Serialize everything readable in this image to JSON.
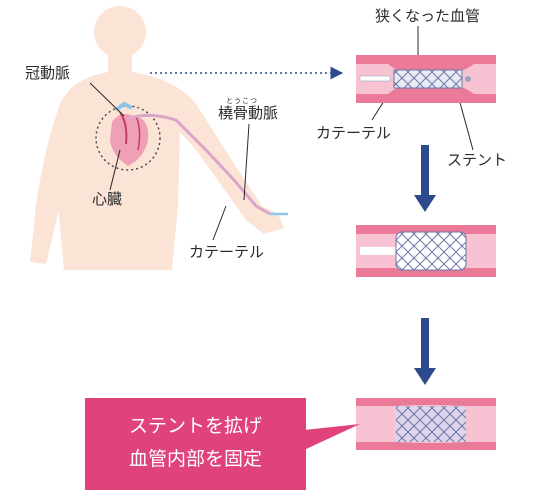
{
  "labels": {
    "coronary_artery": "冠動脈",
    "heart": "心臓",
    "radial_artery": "橈骨動脈",
    "radial_artery_ruby": "とうこつ",
    "catheter_body": "カテーテル",
    "narrowed_vessel": "狭くなった血管",
    "catheter_vessel": "カテーテル",
    "stent": "ステント"
  },
  "callout": {
    "line1": "ステントを拡げ",
    "line2": "血管内部を固定"
  },
  "colors": {
    "skin": "#fbe3d6",
    "vessel_wall": "#ea7a98",
    "vessel_lumen": "#f7c3d2",
    "stent_mesh": "#6f77a8",
    "arrow": "#2c4a8c",
    "callout_bg": "#e0437b"
  }
}
